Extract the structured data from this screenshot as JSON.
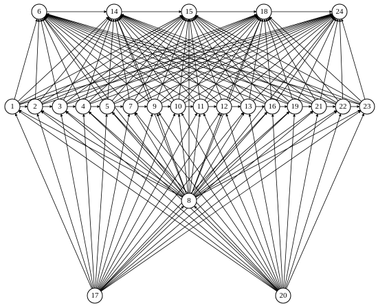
{
  "graph": {
    "nodes": [
      {
        "id": "6",
        "label": "6"
      },
      {
        "id": "14",
        "label": "14"
      },
      {
        "id": "15",
        "label": "15"
      },
      {
        "id": "18",
        "label": "18"
      },
      {
        "id": "24",
        "label": "24"
      },
      {
        "id": "1",
        "label": "1"
      },
      {
        "id": "2",
        "label": "2"
      },
      {
        "id": "3",
        "label": "3"
      },
      {
        "id": "4",
        "label": "4"
      },
      {
        "id": "5",
        "label": "5"
      },
      {
        "id": "7",
        "label": "7"
      },
      {
        "id": "9",
        "label": "9"
      },
      {
        "id": "10",
        "label": "10"
      },
      {
        "id": "11",
        "label": "11"
      },
      {
        "id": "12",
        "label": "12"
      },
      {
        "id": "13",
        "label": "13"
      },
      {
        "id": "16",
        "label": "16"
      },
      {
        "id": "19",
        "label": "19"
      },
      {
        "id": "21",
        "label": "21"
      },
      {
        "id": "22",
        "label": "22"
      },
      {
        "id": "23",
        "label": "23"
      },
      {
        "id": "8",
        "label": "8"
      },
      {
        "id": "17",
        "label": "17"
      },
      {
        "id": "20",
        "label": "20"
      }
    ],
    "groups": {
      "top": [
        "6",
        "14",
        "15",
        "18",
        "24"
      ],
      "middle": [
        "1",
        "2",
        "3",
        "4",
        "5",
        "7",
        "9",
        "10",
        "11",
        "12",
        "13",
        "16",
        "19",
        "21",
        "22",
        "23"
      ],
      "hub": [
        "8"
      ],
      "bottom": [
        "17",
        "20"
      ]
    },
    "colors": {
      "stroke": "#000000",
      "fill": "#ffffff",
      "background": "#ffffff"
    }
  }
}
